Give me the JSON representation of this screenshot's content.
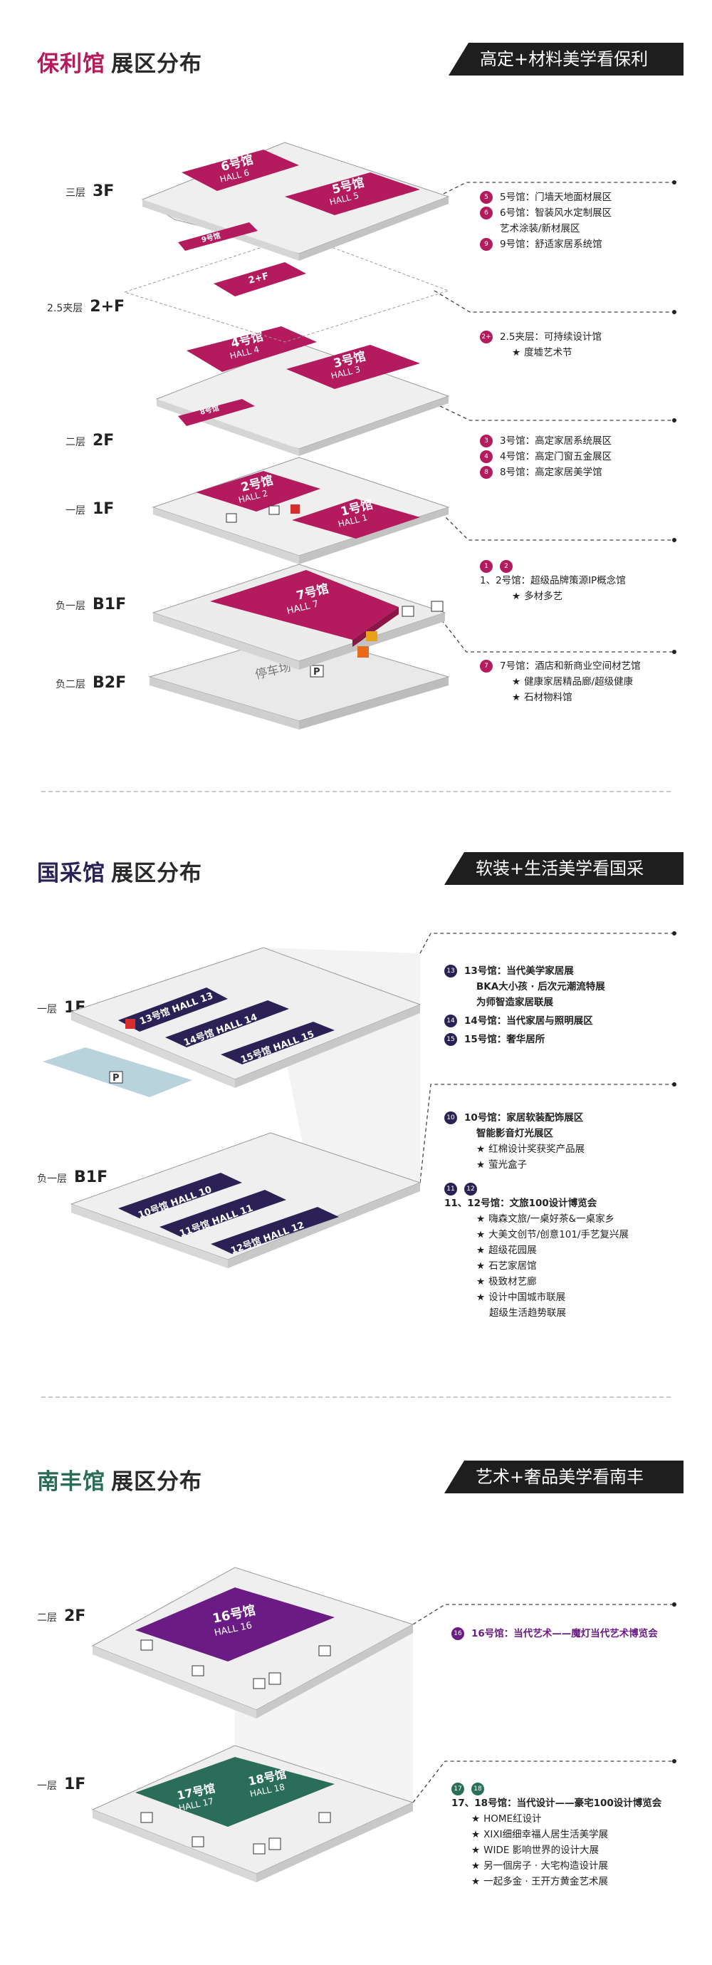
{
  "poly": {
    "title_main": "保利馆",
    "title_rest": "展区分布",
    "banner": "高定+材料美学看保利",
    "floors": [
      {
        "cn": "三层",
        "en": "3F"
      },
      {
        "cn": "2.5夹层",
        "en": "2+F"
      },
      {
        "cn": "二层",
        "en": "2F"
      },
      {
        "cn": "一层",
        "en": "1F"
      },
      {
        "cn": "负一层",
        "en": "B1F"
      },
      {
        "cn": "负二层",
        "en": "B2F"
      }
    ],
    "halls": {
      "h6": {
        "num": "6号馆",
        "en": "HALL 6"
      },
      "h5": {
        "num": "5号馆",
        "en": "HALL 5"
      },
      "h9": {
        "num": "9号馆"
      },
      "h25": {
        "num": "2+F"
      },
      "h4": {
        "num": "4号馆",
        "en": "HALL 4"
      },
      "h3": {
        "num": "3号馆",
        "en": "HALL 3"
      },
      "h8": {
        "num": "8号馆"
      },
      "h2": {
        "num": "2号馆",
        "en": "HALL 2"
      },
      "h1": {
        "num": "1号馆",
        "en": "HALL 1"
      },
      "h7": {
        "num": "7号馆",
        "en": "HALL 7"
      },
      "parking": "停车场"
    },
    "notes": {
      "g1": [
        {
          "dot": "5",
          "label": "5号馆：门墙天地面材展区"
        },
        {
          "dot": "6",
          "label": "6号馆：智装风水定制展区"
        },
        {
          "dot": "",
          "label": "艺术涂装/新材展区"
        },
        {
          "dot": "9",
          "label": "9号馆：舒适家居系统馆"
        }
      ],
      "g2": {
        "dot": "2+",
        "label": "2.5夹层：可持续设计馆",
        "sub": "度墟艺术节"
      },
      "g3": [
        {
          "dot": "3",
          "label": "3号馆：高定家居系统展区"
        },
        {
          "dot": "4",
          "label": "4号馆：高定门窗五金展区"
        },
        {
          "dot": "8",
          "label": "8号馆：高定家居美学馆"
        }
      ],
      "g4": {
        "dots": [
          "1",
          "2"
        ],
        "label": "1、2号馆：超级品牌策源IP概念馆",
        "sub": "多材多艺"
      },
      "g5": {
        "dot": "7",
        "label": "7号馆：酒店和新商业空间材艺馆",
        "subs": [
          "健康家居精品廊/超级健康",
          "石材物料馆"
        ]
      }
    }
  },
  "guocai": {
    "title_main": "国采馆",
    "title_rest": "展区分布",
    "banner": "软装+生活美学看国采",
    "floors": [
      {
        "cn": "一层",
        "en": "1F"
      },
      {
        "cn": "负一层",
        "en": "B1F"
      }
    ],
    "halls": {
      "h13": "13号馆 HALL 13",
      "h14": "14号馆 HALL 14",
      "h15": "15号馆 HALL 15",
      "h10": "10号馆 HALL 10",
      "h11": "11号馆 HALL 11",
      "h12": "12号馆 HALL 12"
    },
    "notes": {
      "g1": [
        {
          "dot": "13",
          "label": "13号馆：当代美学家居展",
          "cont": [
            "BKA大小孩 · 后次元潮流特展",
            "为师智造家居联展"
          ]
        },
        {
          "dot": "14",
          "label": "14号馆：当代家居与照明展区"
        },
        {
          "dot": "15",
          "label": "15号馆：奢华居所"
        }
      ],
      "g2": {
        "dot": "10",
        "label": "10号馆：家居软装配饰展区",
        "cont": "智能影音灯光展区",
        "subs": [
          "红棉设计奖获奖产品展",
          "萤光盒子"
        ]
      },
      "g3": {
        "dots": [
          "11",
          "12"
        ],
        "label": "11、12号馆：文旅100设计博览会",
        "subs": [
          "嗨森文旅/一桌好茶&一桌家乡",
          "大美文创节/创意101/手艺复兴展",
          "超级花园展",
          "石艺家居馆",
          "极致材艺廊",
          "设计中国城市联展"
        ],
        "tail": "超级生活趋势联展"
      }
    }
  },
  "nanfeng": {
    "title_main": "南丰馆",
    "title_rest": "展区分布",
    "banner": "艺术+奢品美学看南丰",
    "floors": [
      {
        "cn": "二层",
        "en": "2F"
      },
      {
        "cn": "一层",
        "en": "1F"
      }
    ],
    "halls": {
      "h16": {
        "num": "16号馆",
        "en": "HALL 16"
      },
      "h17": {
        "num": "17号馆",
        "en": "HALL 17"
      },
      "h18": {
        "num": "18号馆",
        "en": "HALL 18"
      }
    },
    "notes": {
      "g1": {
        "dot": "16",
        "label": "16号馆：当代艺术——魔灯当代艺术博览会"
      },
      "g2": {
        "dots": [
          "17",
          "18"
        ],
        "label": "17、18号馆：当代设计——豪宅100设计博览会",
        "subs": [
          "HOME红设计",
          "XIXI细细幸福人居生活美学展",
          "WIDE 影响世界的设计大展",
          "另一個房子 · 大宅构造设计展",
          "一起多金 · 王开方黄金艺术展"
        ]
      }
    }
  },
  "colors": {
    "magenta": "#b41a5e",
    "navy": "#2b2154",
    "purple": "#6a1c84",
    "green": "#2a6e5a",
    "banner_bg": "#1e1e1e"
  }
}
